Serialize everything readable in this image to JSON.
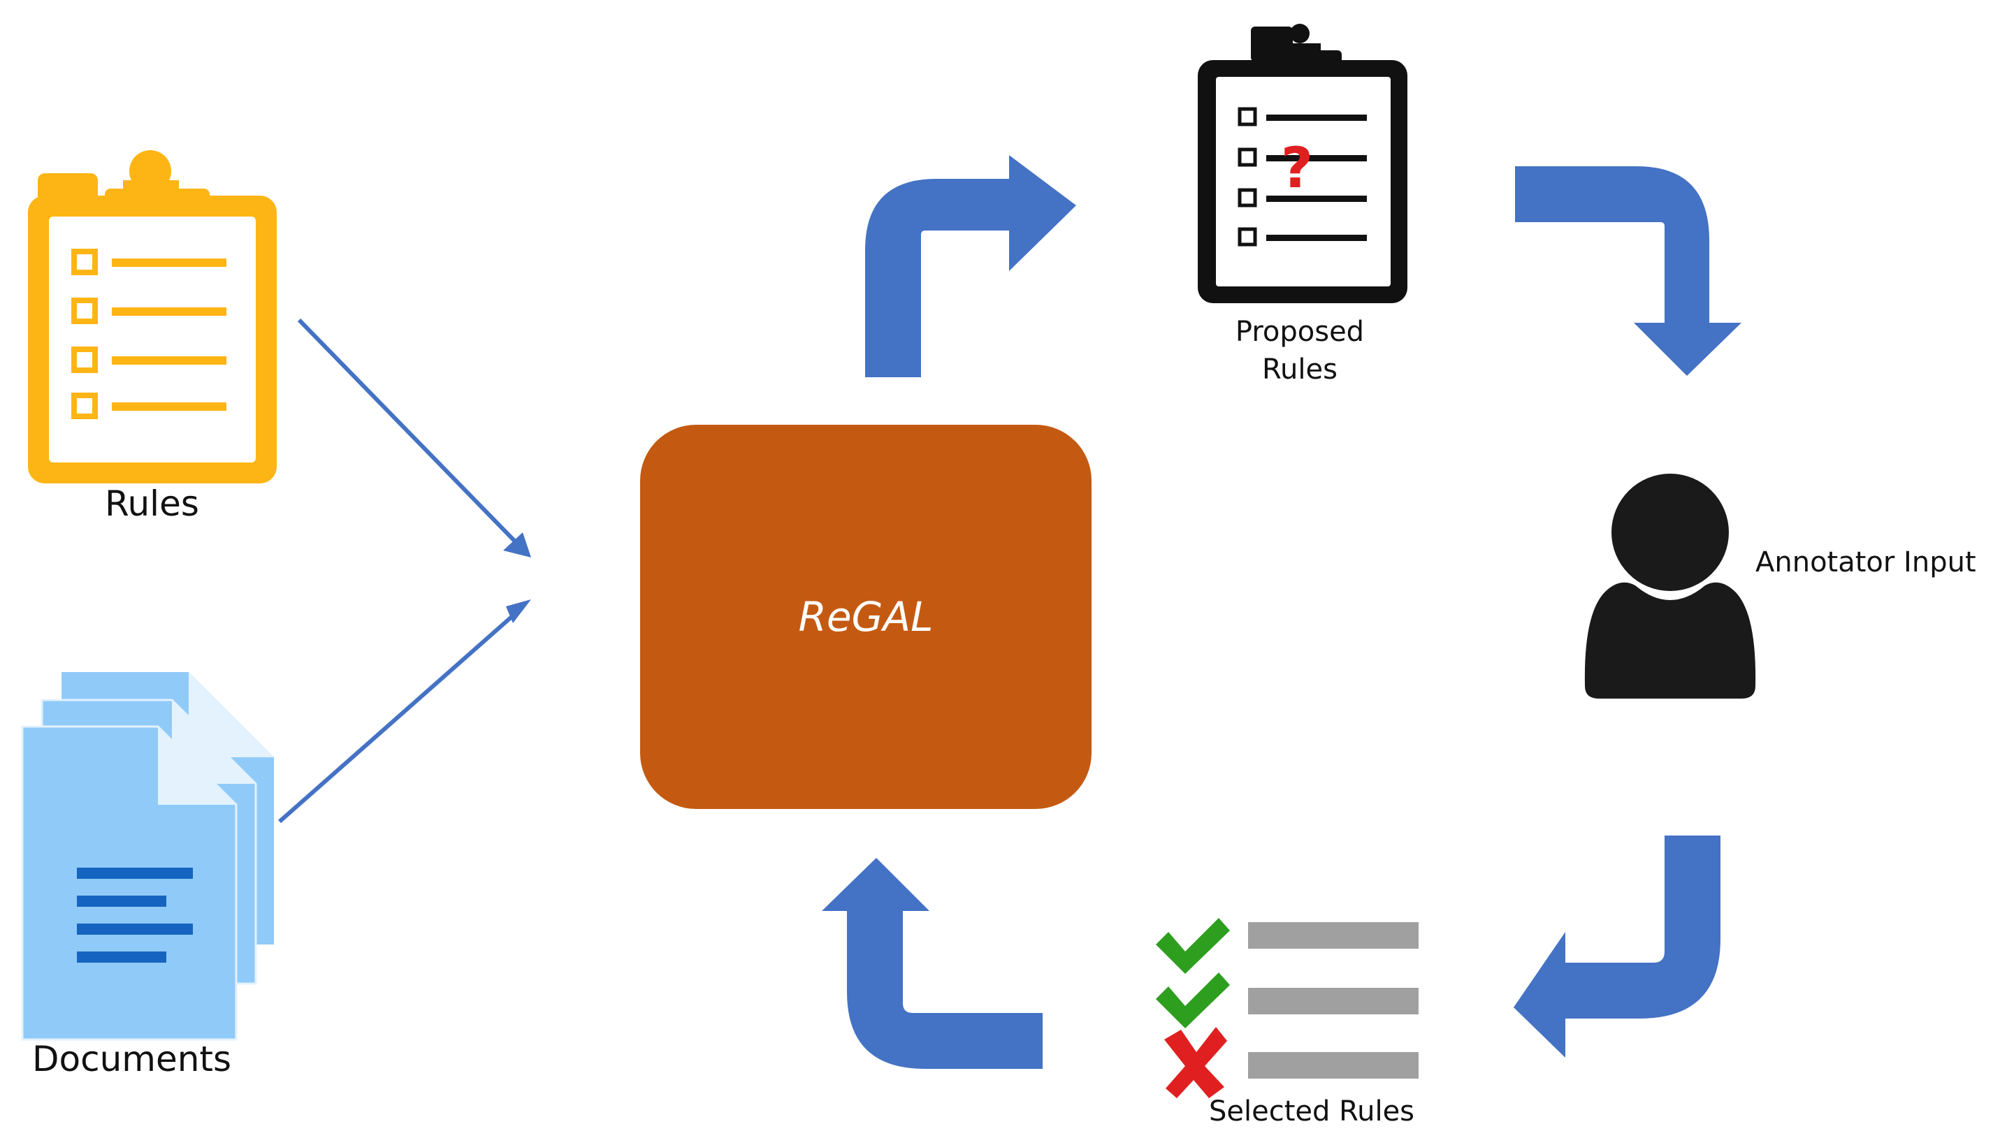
{
  "nodes": {
    "rules": "Rules",
    "documents": "Documents",
    "regal": "ReGAL",
    "proposed_rules_line1": "Proposed",
    "proposed_rules_line2": "Rules",
    "annotator_input": "Annotator Input",
    "selected_rules": "Selected Rules"
  },
  "question_mark": "?",
  "icons": [
    "clipboard-icon",
    "documents-icon",
    "proposed-clipboard-icon",
    "person-icon",
    "checklist-icon",
    "check-icon",
    "cross-icon"
  ],
  "colors": {
    "rules_clipboard": "#FDB515",
    "documents": "#90CAF9",
    "documents_lines": "#1565C0",
    "regal_box": "#C45A11",
    "cycle_arrows": "#4472C4",
    "input_arrows": "#4472C4",
    "person": "#1a1a1a",
    "check": "#2E9E1F",
    "cross": "#E02020",
    "selected_bars": "#A0A0A0",
    "question_mark": "#E02020"
  }
}
